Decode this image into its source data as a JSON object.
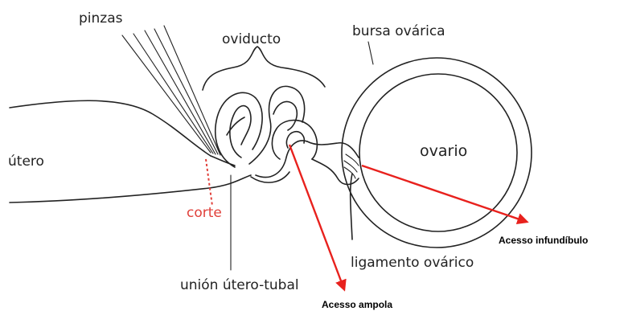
{
  "labels": {
    "pinzas": "pinzas",
    "oviducto": "oviducto",
    "bursa_ovarica": "bursa ovárica",
    "utero": "útero",
    "ovario": "ovario",
    "corte": "corte",
    "ligamento_ovarico": "ligamento ovárico",
    "union_utero_tubal": "unión útero-tubal",
    "acesso_infundibulo": "Acesso infundíbulo",
    "acesso_ampola": "Acesso ampola"
  },
  "colors": {
    "line": "#222222",
    "cut": "#e0403a",
    "arrow": "#e8211d",
    "background": "#ffffff"
  }
}
